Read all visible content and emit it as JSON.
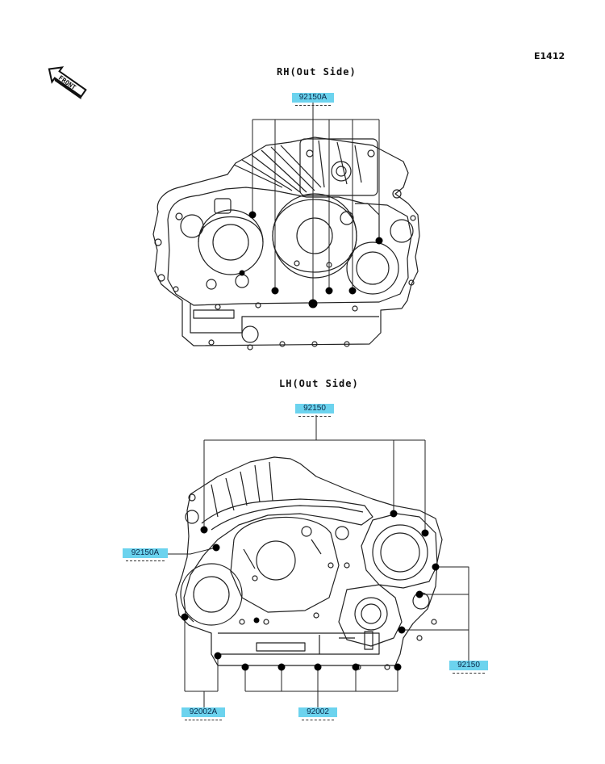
{
  "diagram_code": "E1412",
  "front_label": "FRONT",
  "rh_view": {
    "title": "RH(Out Side)",
    "parts": [
      {
        "part_number": "92150A"
      }
    ]
  },
  "lh_view": {
    "title": "LH(Out Side)",
    "parts": [
      {
        "part_number": "92150"
      },
      {
        "part_number": "92150A"
      },
      {
        "part_number": "92150"
      },
      {
        "part_number": "92002A"
      },
      {
        "part_number": "92002"
      }
    ]
  },
  "colors": {
    "callout_fill": "#6cd3ee",
    "line": "#222222",
    "bolt": "#000000"
  },
  "icons": {
    "front_arrow": "front-arrow-icon"
  }
}
